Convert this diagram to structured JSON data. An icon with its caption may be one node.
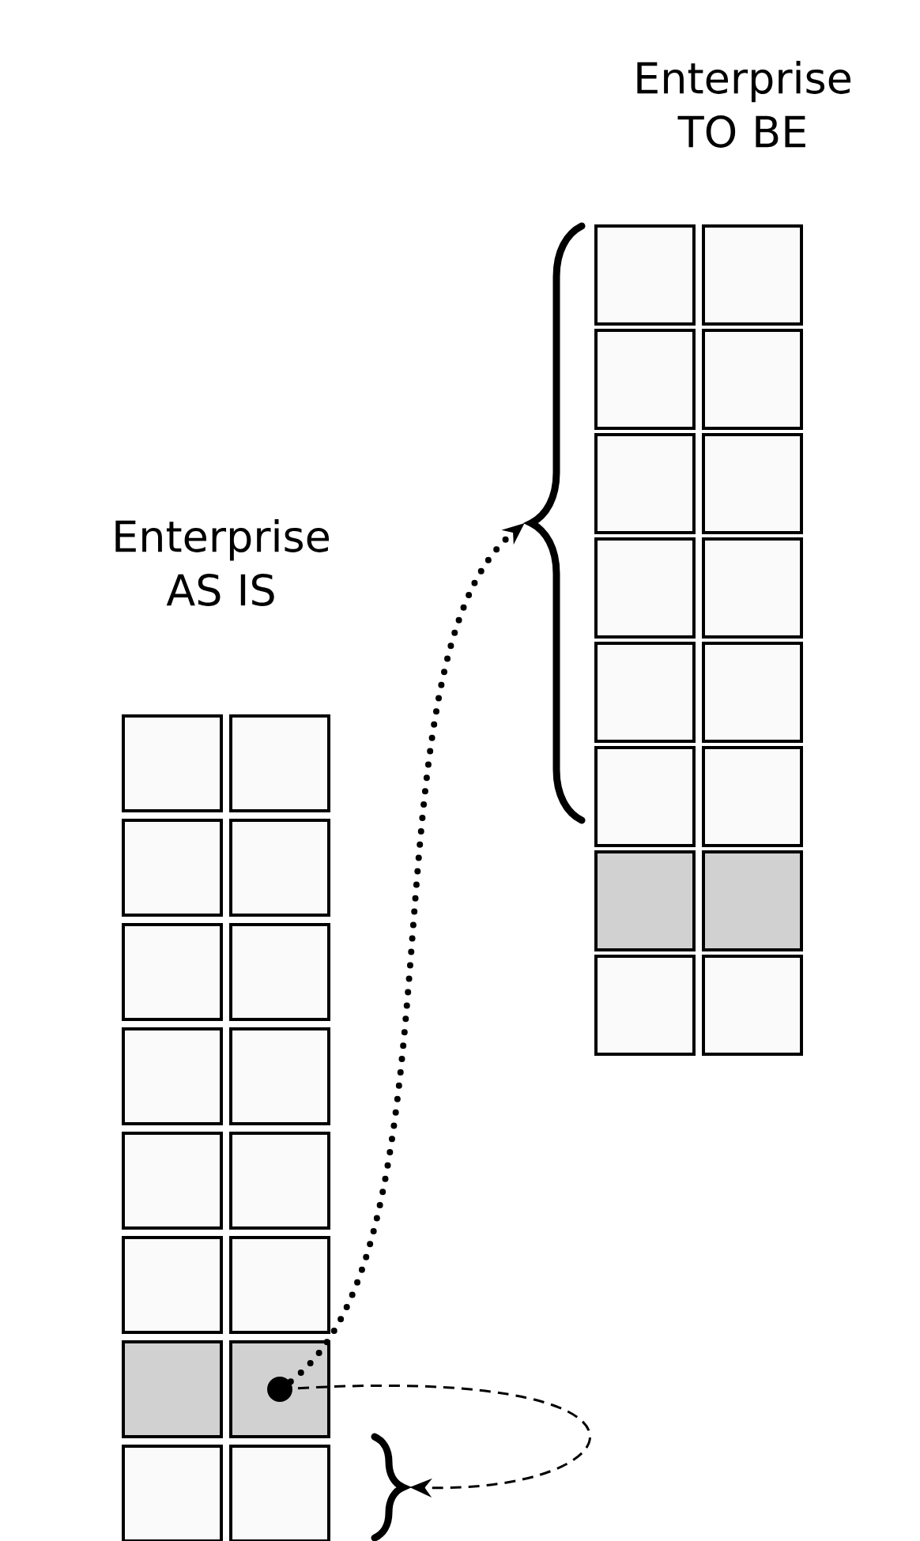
{
  "diagram": {
    "nodes": [
      {
        "text": [],
        "shape": "box"
      },
      {
        "text": [],
        "shape": "box"
      },
      {
        "text": [],
        "shape": "box"
      },
      {
        "text": [],
        "shape": "box"
      },
      {
        "text": [],
        "shape": "box"
      },
      {
        "text": [],
        "shape": "box"
      },
      {
        "text": [],
        "shape": "box"
      },
      {
        "text": [],
        "shape": "box"
      },
      {
        "text": [],
        "shape": "box"
      },
      {
        "text": [],
        "shape": "box"
      },
      {
        "text": [],
        "shape": "box"
      },
      {
        "text": [],
        "shape": "box"
      },
      {
        "text": [],
        "shape": "box"
      },
      {
        "text": [],
        "shape": "box"
      },
      {
        "text": [],
        "shape": "box"
      },
      {
        "text": [],
        "shape": "box"
      },
      {
        "text": [],
        "shape": "brace"
      },
      {
        "text": [],
        "shape": "box"
      },
      {
        "text": [],
        "shape": "box"
      },
      {
        "text": [],
        "shape": "box"
      },
      {
        "text": [],
        "shape": "box"
      },
      {
        "text": [],
        "shape": "box"
      },
      {
        "text": [],
        "shape": "box"
      },
      {
        "text": [],
        "shape": "box"
      },
      {
        "text": [],
        "shape": "box"
      },
      {
        "text": [],
        "shape": "box"
      },
      {
        "text": [],
        "shape": "box"
      },
      {
        "text": [],
        "shape": "box"
      },
      {
        "text": [],
        "shape": "box"
      },
      {
        "text": [],
        "shape": "box"
      },
      {
        "text": [],
        "shape": "box"
      },
      {
        "text": [],
        "shape": "box"
      },
      {
        "text": [],
        "shape": "box"
      },
      {
        "text": [],
        "shape": "brace"
      }
    ],
    "edges": [
      {
        "from": 30,
        "to": 16,
        "arrow": "to",
        "style": "dashed"
      },
      {
        "from": 30,
        "to": 33,
        "arrow": "to",
        "style": "dashed"
      }
    ],
    "labels": [
      "Enterprise TO BE",
      "Enterprise AS IS"
    ]
  }
}
